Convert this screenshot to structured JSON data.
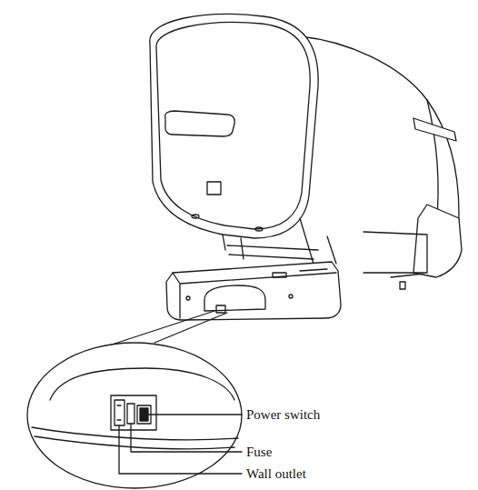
{
  "diagram": {
    "labels": [
      "Power switch",
      "Fuse",
      "Wall outlet"
    ]
  }
}
